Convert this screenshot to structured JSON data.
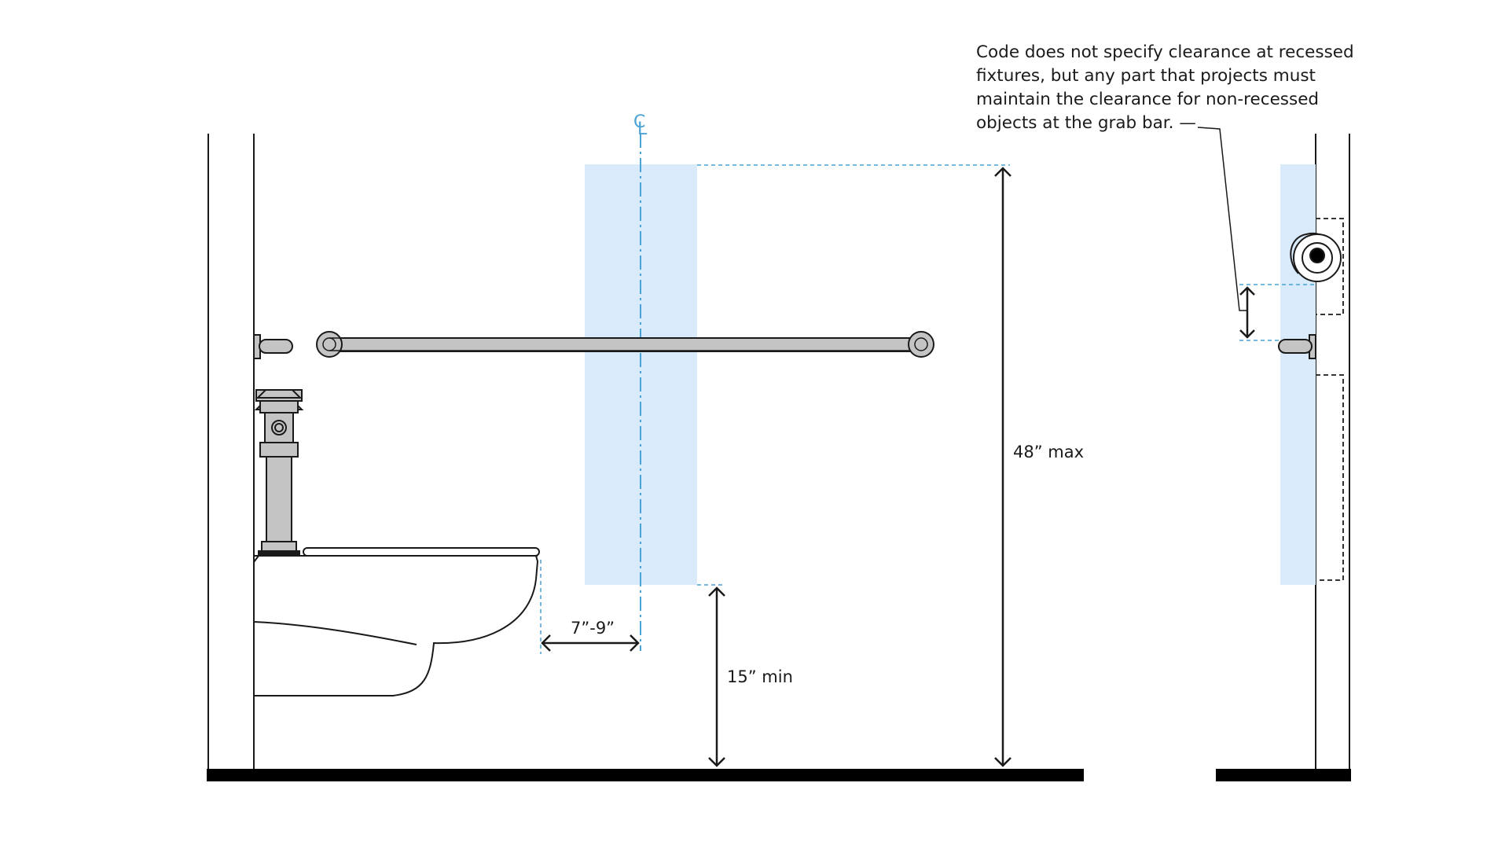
{
  "centerline": {
    "label": "C",
    "sub": "L"
  },
  "dimensions": {
    "max_height": "48” max",
    "min_height": "15” min",
    "offset": "7”-9”"
  },
  "note": {
    "lines": [
      "Code does not specify clearance at recessed",
      "fixtures, but any part that projects must",
      "maintain the clearance for non-recessed",
      "objects at the grab bar. —"
    ]
  },
  "colors": {
    "zone_fill": "#d9eafb",
    "centerline": "#4aa3d6",
    "grab_bar": "#c4c4c4",
    "outline": "#1a1a1a"
  }
}
